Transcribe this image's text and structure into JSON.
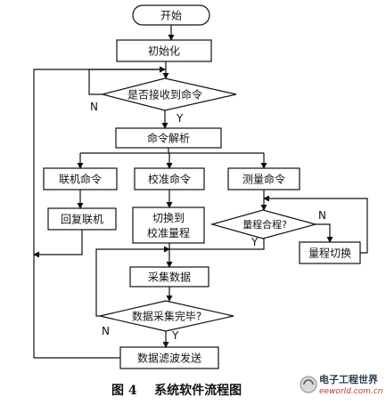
{
  "nodes": {
    "start": "开始",
    "init": "初始化",
    "receive_decision": "是否接收到命令",
    "parse": "命令解析",
    "online_cmd": "联机命令",
    "calib_cmd": "校准命令",
    "measure_cmd": "测量命令",
    "reply_online": "回复联机",
    "switch_calib_line1": "切换到",
    "switch_calib_line2": "校准量程",
    "range_decision": "量程合程?",
    "range_switch": "量程切换",
    "collect": "采集数据",
    "collect_done_decision": "数据采集完毕?",
    "filter_send": "数据滤波发送"
  },
  "branch_labels": {
    "receive_no": "N",
    "receive_yes": "Y",
    "range_no": "N",
    "range_yes": "Y",
    "collect_no": "N",
    "collect_yes": "Y"
  },
  "caption": "图 4    系统软件流程图",
  "watermark": {
    "brand": "电子工程世界",
    "site": "eeworld.com.cn"
  }
}
